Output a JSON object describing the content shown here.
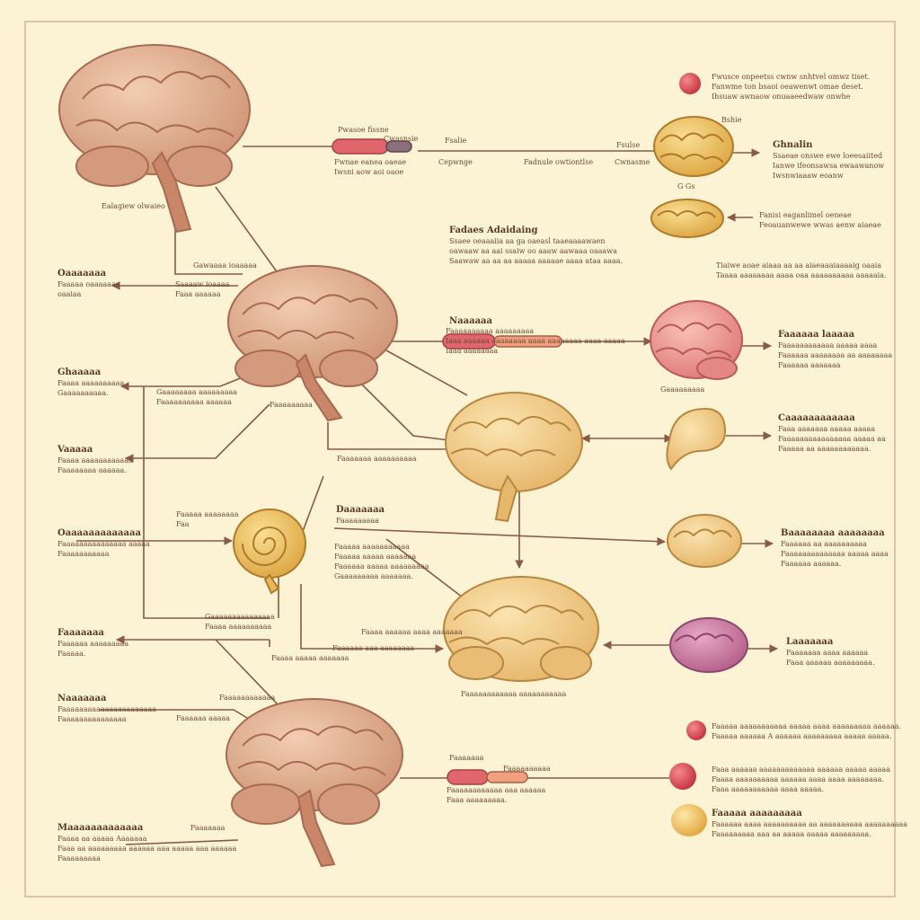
{
  "colors": {
    "background": "#fbf3d3",
    "frame": "#d9b48e",
    "line": "#8a5a44",
    "brain_pink": "#e2b193",
    "brain_gold": "#f1c76d",
    "brain_cream": "#f4d393",
    "brain_rose": "#ef9a96",
    "brain_magenta": "#cf7ea5",
    "bead_red": "#d6474f",
    "bead_gold": "#f2c35c"
  },
  "labels": [
    {
      "id": "lbl-1",
      "title": "",
      "lines": [
        "Fwusce onpeetss cwnw snhtvel omwz tiset.",
        "Fanwme ton bsaoi oeawenwt omae deset.",
        "Ihsuaw awnaow onuaaeedwaw onwhe"
      ]
    },
    {
      "id": "lbl-2",
      "title": "",
      "lines": [
        "Pwasoe fissne"
      ]
    },
    {
      "id": "lbl-3",
      "title": "",
      "lines": [
        "Cwasnsie"
      ]
    },
    {
      "id": "lbl-4",
      "title": "",
      "lines": [
        "Fwnae eanea oaeae",
        "Iwsni aow aoi oaoe"
      ]
    },
    {
      "id": "lbl-5",
      "title": "",
      "lines": [
        "Fsalie"
      ]
    },
    {
      "id": "lbl-6",
      "title": "",
      "lines": [
        "Cepwnge"
      ]
    },
    {
      "id": "lbl-7",
      "title": "",
      "lines": [
        "Fadnule owtiontlse"
      ]
    },
    {
      "id": "lbl-8",
      "title": "",
      "lines": [
        "Fsulse"
      ]
    },
    {
      "id": "lbl-9",
      "title": "",
      "lines": [
        "Cwnasme"
      ]
    },
    {
      "id": "lbl-10",
      "title": "",
      "lines": [
        "Bshie"
      ]
    },
    {
      "id": "lbl-11",
      "title": "Ghnalin",
      "lines": [
        "Ssaeae onswe ewe loeesaiited",
        "Ianwe ifeonsawsa ewaawanow",
        "Iwsnwiaaaw eoanw"
      ]
    },
    {
      "id": "lbl-12",
      "title": "",
      "lines": [
        "G  Gs"
      ]
    },
    {
      "id": "lbl-13",
      "title": "",
      "lines": [
        "Fanisi eaganlimel oeneae",
        "Feoauanwewe wwas aenw aiaeae"
      ]
    },
    {
      "id": "lbl-14",
      "title": "",
      "lines": [
        "Ealagiew olwaieo"
      ]
    },
    {
      "id": "lbl-15",
      "title": "Fadaes Adaidaing",
      "lines": [
        "Ssaee oeaaaiia aa ga oaeasl taaeaaaawaen",
        "oawaaw aa aai ssaiw oo aaaw aawaaa oaaawa",
        "Saawaw aa aa aa aaaaa aaaaae aaaa ataa aaaa."
      ]
    },
    {
      "id": "lbl-16",
      "title": "",
      "lines": [
        "Tiaiwe aoae aiaaa aa aa aiaeaaaiaaaaig oaaia",
        "Taaaa aaaaaaaa aaaa oaa aaaaaaaaaa aaaaaia."
      ]
    },
    {
      "id": "lbl-17",
      "title": "",
      "lines": [
        "Gawaaaa ioaaaaa"
      ]
    },
    {
      "id": "lbl-18",
      "title": "",
      "lines": [
        "Saaaaw ioaaaa",
        "Faaa aaaaaa"
      ]
    },
    {
      "id": "lbl-19",
      "title": "Oaaaaaaa",
      "lines": [
        "Faaaaa oaaaaaaa",
        "oaaiaa"
      ]
    },
    {
      "id": "lbl-20",
      "title": "Naaaaaa",
      "lines": []
    },
    {
      "id": "lbl-21",
      "title": "",
      "lines": [
        "Faaaaaaaaaa aaaaaaaaa",
        "Iaaa aaaaaa oaaaaaaa aaaa aaaaaaaa aaaa aaaaa",
        "Iaaa aaaaaaaa"
      ]
    },
    {
      "id": "lbl-22",
      "title": "Faaaaaa laaaaa",
      "lines": [
        "Faaaaaaaaaaaa aaaaa aaaa",
        "Faaaaaa aaaaaaaa aa aaaaaaaa",
        "Faaaaaa aaaaaaa"
      ]
    },
    {
      "id": "lbl-23",
      "title": "Ghaaaaa",
      "lines": [
        "Faaaa aaaaaaaaaa",
        "Gaaaaaaaaaa."
      ]
    },
    {
      "id": "lbl-24",
      "title": "",
      "lines": [
        "Gaaaaaaaa aaaaaaaaa",
        "Faaaaaaaaaa aaaaaa"
      ]
    },
    {
      "id": "lbl-25",
      "title": "",
      "lines": [
        "Faaaaaaaaa"
      ]
    },
    {
      "id": "lbl-26",
      "title": "",
      "lines": [
        "Gaaaaaaaaa"
      ]
    },
    {
      "id": "lbl-27",
      "title": "Caaaaaaaaaaaa",
      "lines": [
        "Faaa aaaaaaa aaaaa aaaaa",
        "Faaaaaaaaaaaaaaaa aaaaa aa",
        "Faaaaa aa aaaaaaaaaaaa."
      ]
    },
    {
      "id": "lbl-28",
      "title": "Vaaaaa",
      "lines": [
        "Faaaa aaaaaaaaaaaa",
        "Faaaaaaaa aaaaaa."
      ]
    },
    {
      "id": "lbl-29",
      "title": "",
      "lines": [
        "Faaaaaaa aaaaaaaaaa"
      ]
    },
    {
      "id": "lbl-30",
      "title": "Daaaaaaa",
      "lines": [
        "Faaaaaaaaa"
      ]
    },
    {
      "id": "lbl-31",
      "title": "",
      "lines": [
        "Faaaaa aaaaaaaaaaa",
        "Faaaaa aaaaa aaaaaaa",
        "Faaaaaa aaaaa aaaaaaaaa",
        "Gaaaaaaaaa aaaaaaa."
      ]
    },
    {
      "id": "lbl-32",
      "title": "Oaaaaaaaaaaaaa",
      "lines": [
        "Faaaaaaaaaaaaaaa aaaaa",
        "Faaaaaaaaaaa"
      ]
    },
    {
      "id": "lbl-33",
      "title": "",
      "lines": [
        "Faaaaa aaaaaaaa",
        "Faa"
      ]
    },
    {
      "id": "lbl-34",
      "title": "",
      "lines": [
        "Gaaaaaaaaaaaaaaa",
        "Faaaa aaaaaaaaaa"
      ]
    },
    {
      "id": "lbl-35",
      "title": "",
      "lines": [
        "Faaaa aaaaaa aaaa aaaaaaa"
      ]
    },
    {
      "id": "lbl-36",
      "title": "Baaaaaaaa aaaaaaaa",
      "lines": [
        "Faaaaaa aa aaaaaaaaaa",
        "Faaaaaaaaaaaaaa aaaaa aaaa",
        "Faaaaaa aaaaaa."
      ]
    },
    {
      "id": "lbl-37",
      "title": "",
      "lines": [
        "Faaaaaa aaa aaaaaaaa"
      ]
    },
    {
      "id": "lbl-38",
      "title": "",
      "lines": [
        "Faaaa aaaaa aaaaaaa"
      ]
    },
    {
      "id": "lbl-39",
      "title": "Faaaaaaa",
      "lines": [
        "Faaaaaa aaaaaaaaa",
        "Faaaaa."
      ]
    },
    {
      "id": "lbl-40",
      "title": "",
      "lines": [
        "Faaaaaaaaaaaa aaaaaaaaaaa"
      ]
    },
    {
      "id": "lbl-41",
      "title": "Laaaaaaa",
      "lines": [
        "Faaaaaaa aaaa aaaaaa",
        "Faaa aaaaaa aaaaaaaaa."
      ]
    },
    {
      "id": "lbl-42",
      "title": "Naaaaaaa",
      "lines": [
        "Faaaaaaaaaaaaaaaaaaaaaa",
        "Faaaaaaaaaaaaaaa"
      ]
    },
    {
      "id": "lbl-43",
      "title": "",
      "lines": [
        "Faaaaaaaaaaaa"
      ]
    },
    {
      "id": "lbl-44",
      "title": "",
      "lines": [
        "Faaaaaa aaaaa"
      ]
    },
    {
      "id": "lbl-45",
      "title": "",
      "lines": [
        "Faaaaaaa"
      ]
    },
    {
      "id": "lbl-46",
      "title": "",
      "lines": [
        "Faaaaa aaaaaaaaaaa aaaaa aaaa aaaaaaaaa aaaaaa.",
        "Faaaaa aaaaaa A aaaaaa aaaaaaaaa aaaaa aaaaa."
      ]
    },
    {
      "id": "lbl-47",
      "title": "",
      "lines": [
        "Faaa aaaaaa aaaaaaaaaaaaa aaaaaa aaaaa aaaaa",
        "Faaaa aaaaaaaaaa aaaaaa aaaa aaaa aaaaaaaa.",
        "Faaa aaaaaaaaaaa aaaa aaaaa."
      ]
    },
    {
      "id": "lbl-48",
      "title": "Faaaaa aaaaaaaaa",
      "lines": [
        "Faaaaaa aaaa aaaaaaaaaa aa aaaaaaaaaa aaaaaaaaaa",
        "Faaaaaaaaa aaa aa aaaaa aaaaa aaaaaaaaa."
      ]
    },
    {
      "id": "lbl-49",
      "title": "",
      "lines": [
        "Faaaaaaa"
      ]
    },
    {
      "id": "lbl-50",
      "title": "",
      "lines": [
        "Faaaaaaaaaaaa aaa aaaaaa",
        "Faaa aaaaaaaaa."
      ]
    },
    {
      "id": "lbl-51",
      "title": "Maaaaaaaaaaaaa",
      "lines": [
        "Faaaa aa aaaaa Aaaaaaa",
        "Faaa aa aaaaaaaaa aaaaaa aaa aaaaa aaa aaaaaa",
        "Faaaaaaaaa"
      ]
    },
    {
      "id": "lbl-52",
      "title": "",
      "lines": [
        "Faaaaaaaaaa"
      ]
    }
  ]
}
